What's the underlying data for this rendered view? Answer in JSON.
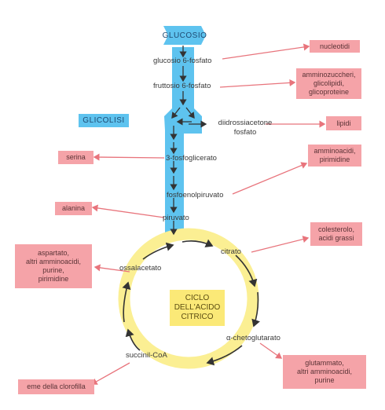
{
  "pathway": {
    "glucose": "GLUCOSIO",
    "glycolysis": "GLICOLISI",
    "tca_title": "CICLO\nDELL'ACIDO\nCITRICO",
    "metabolites": {
      "g6p": "glucosio 6-fosfato",
      "f6p": "fruttosio 6-fosfato",
      "dhap": "diidrossiacetone\nfosfato",
      "pg3": "3-fosfoglicerato",
      "pep": "fosfoenolpiruvato",
      "pyruvate": "piruvato",
      "citrate": "citrato",
      "oaa": "ossalacetato",
      "akg": "α-chetoglutarato",
      "succoa": "succinil-CoA"
    },
    "products": {
      "nucleotides": "nucleotidi",
      "aminosugars": "amminozuccheri,\nglicolipidi,\nglicoproteine",
      "lipids": "lipidi",
      "aa_pyrimidines": "amminoacidi,\npirimidine",
      "serine": "serina",
      "alanine": "alanina",
      "cholesterol": "colesterolo,\nacidi grassi",
      "aspartate": "aspartato,\naltri amminoacidi,\npurine,\npirimidine",
      "glutamate": "glutammato,\naltri amminoacidi,\npurine",
      "heme": "eme della clorofilla"
    }
  },
  "colors": {
    "glycolysis_blue": "#5ec3ef",
    "cycle_yellow": "#fbef93",
    "product_pink": "#f5a3a8",
    "arrow_red": "#e8747c",
    "arrow_dark": "#333333"
  }
}
